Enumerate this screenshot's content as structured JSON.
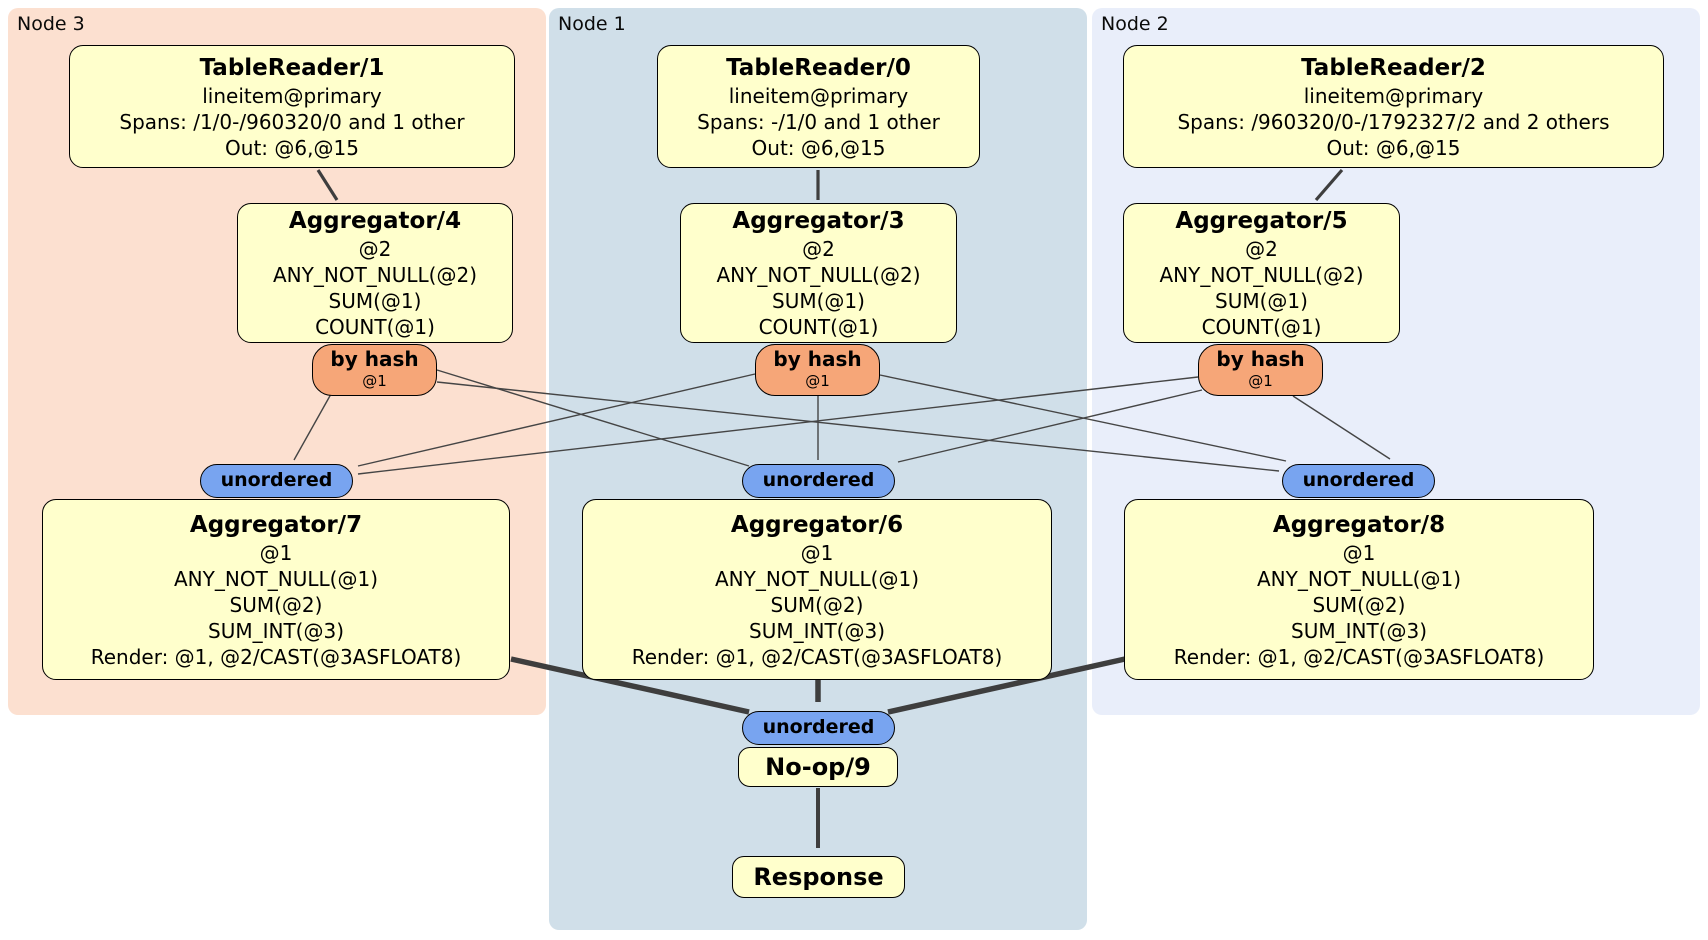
{
  "nodes": [
    {
      "label": "Node 3",
      "tablereader": {
        "title": "TableReader/1",
        "lines": [
          "lineitem@primary",
          "Spans: /1/0-/960320/0 and 1 other",
          "Out: @6,@15"
        ]
      },
      "aggregator_top": {
        "title": "Aggregator/4",
        "lines": [
          "@2",
          "ANY_NOT_NULL(@2)",
          "SUM(@1)",
          "COUNT(@1)"
        ]
      },
      "router": {
        "label": "by hash",
        "detail": "@1"
      },
      "sync": {
        "label": "unordered"
      },
      "aggregator_bottom": {
        "title": "Aggregator/7",
        "lines": [
          "@1",
          "ANY_NOT_NULL(@1)",
          "SUM(@2)",
          "SUM_INT(@3)",
          "Render: @1, @2/CAST(@3ASFLOAT8)"
        ]
      }
    },
    {
      "label": "Node 1",
      "tablereader": {
        "title": "TableReader/0",
        "lines": [
          "lineitem@primary",
          "Spans: -/1/0 and 1 other",
          "Out: @6,@15"
        ]
      },
      "aggregator_top": {
        "title": "Aggregator/3",
        "lines": [
          "@2",
          "ANY_NOT_NULL(@2)",
          "SUM(@1)",
          "COUNT(@1)"
        ]
      },
      "router": {
        "label": "by hash",
        "detail": "@1"
      },
      "sync": {
        "label": "unordered"
      },
      "aggregator_bottom": {
        "title": "Aggregator/6",
        "lines": [
          "@1",
          "ANY_NOT_NULL(@1)",
          "SUM(@2)",
          "SUM_INT(@3)",
          "Render: @1, @2/CAST(@3ASFLOAT8)"
        ]
      }
    },
    {
      "label": "Node 2",
      "tablereader": {
        "title": "TableReader/2",
        "lines": [
          "lineitem@primary",
          "Spans: /960320/0-/1792327/2 and 2 others",
          "Out: @6,@15"
        ]
      },
      "aggregator_top": {
        "title": "Aggregator/5",
        "lines": [
          "@2",
          "ANY_NOT_NULL(@2)",
          "SUM(@1)",
          "COUNT(@1)"
        ]
      },
      "router": {
        "label": "by hash",
        "detail": "@1"
      },
      "sync": {
        "label": "unordered"
      },
      "aggregator_bottom": {
        "title": "Aggregator/8",
        "lines": [
          "@1",
          "ANY_NOT_NULL(@1)",
          "SUM(@2)",
          "SUM_INT(@3)",
          "Render: @1, @2/CAST(@3ASFLOAT8)"
        ]
      }
    }
  ],
  "final": {
    "sync": {
      "label": "unordered"
    },
    "noop": {
      "title": "No-op/9"
    },
    "response": {
      "title": "Response"
    }
  },
  "colors": {
    "node3_bg": "#fce0d0",
    "node1_bg": "#d0dfe9",
    "node2_bg": "#e9eefa",
    "box_fill": "#ffffcc",
    "router_fill": "#f6a678",
    "sync_fill": "#78a4f0",
    "edge": "#454545",
    "edge_thick": "#3e3e3e"
  }
}
